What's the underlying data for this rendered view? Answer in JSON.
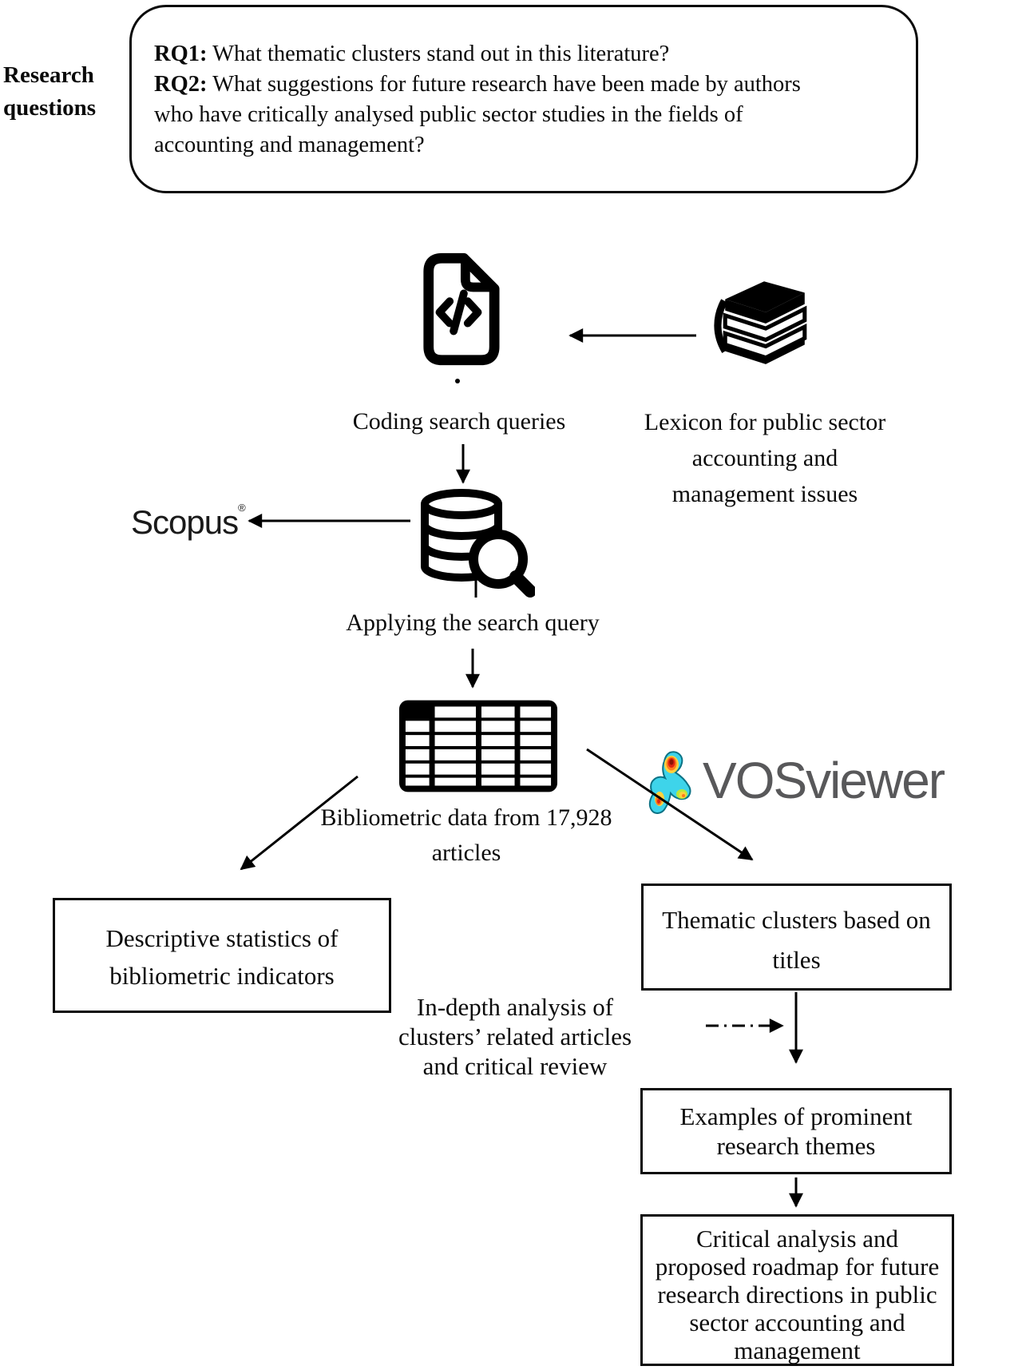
{
  "research_questions": {
    "side_label_line1": "Research",
    "side_label_line2": "questions",
    "rq1_label": "RQ1:",
    "rq1_text": " What thematic clusters stand out in this literature?",
    "rq2_label": "RQ2:",
    "rq2_text_line1": " What suggestions for future research have been made by authors",
    "rq2_text_line2": "who have critically analysed public sector studies in the fields of",
    "rq2_text_line3": "accounting and management?"
  },
  "flow": {
    "coding_label": "Coding search queries",
    "lexicon_line1": "Lexicon for public sector",
    "lexicon_line2": "accounting and",
    "lexicon_line3": "management issues",
    "scopus_label": "Scopus",
    "scopus_reg": "®",
    "applying_label": "Applying the search query",
    "bibliometric_line1": "Bibliometric data from 17,928",
    "bibliometric_line2": "articles",
    "vosviewer_label": "VOSviewer",
    "indepth_line1": "In-depth analysis of",
    "indepth_line2": "clusters’ related articles",
    "indepth_line3": "and critical review"
  },
  "boxes": {
    "descriptive": {
      "line1": "Descriptive statistics of",
      "line2": "bibliometric indicators"
    },
    "thematic": {
      "line1": "Thematic clusters based on",
      "line2": "titles"
    },
    "examples": {
      "line1": "Examples of prominent",
      "line2": "research themes"
    },
    "critical": {
      "line1": "Critical analysis and",
      "line2": "proposed roadmap for future",
      "line3": "research directions in public",
      "line4": "sector accounting and",
      "line5": "management"
    }
  },
  "icons": {
    "code_file": "code-file-icon",
    "books": "books-icon",
    "database_search": "database-search-icon",
    "spreadsheet": "spreadsheet-icon",
    "heatmap_cluster": "heatmap-cluster-icon"
  },
  "colors": {
    "bg": "#ffffff",
    "ink": "#0a0a0a",
    "vos_gray": "#58585a",
    "blob_fill": "#3ed4ea",
    "blob_outline": "#0b7285",
    "heat_green": "#b8e83a",
    "heat_yellow": "#ffd23d",
    "heat_orange": "#ff7a1c",
    "heat_red": "#e02310",
    "heat_darkred": "#8c1105"
  }
}
